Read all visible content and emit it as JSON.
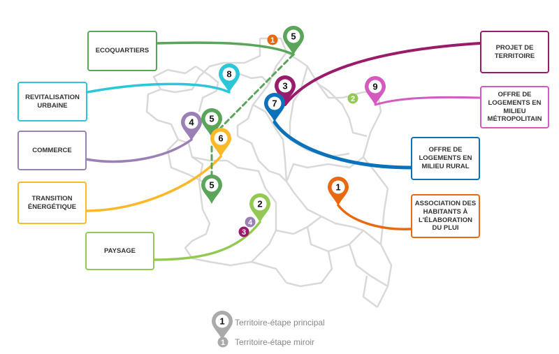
{
  "themes": [
    {
      "id": "ecoquartiers",
      "label": "ECOQUARTIERS",
      "color": "#5aa55a"
    },
    {
      "id": "revitalisation",
      "label": "REVITALISATION URBAINE",
      "color": "#2bc6d8"
    },
    {
      "id": "commerce",
      "label": "COMMERCE",
      "color": "#9b80b5"
    },
    {
      "id": "transition",
      "label": "TRANSITION ÉNERGÉTIQUE",
      "color": "#fbb827"
    },
    {
      "id": "paysage",
      "label": "PAYSAGE",
      "color": "#93c953"
    },
    {
      "id": "projet",
      "label": "PROJET DE TERRITOIRE",
      "color": "#9b1b6b"
    },
    {
      "id": "metropolitain",
      "label": "OFFRE DE LOGEMENTS EN MILIEU MÉTROPOLITAIN",
      "color": "#d35bbf"
    },
    {
      "id": "rural",
      "label": "OFFRE DE LOGEMENTS EN MILIEU RURAL",
      "color": "#0a72bb"
    },
    {
      "id": "association",
      "label": "ASSOCIATION DES HABITANTS À L'ÉLABORATION DU PLUI",
      "color": "#e8690f"
    }
  ],
  "pins": [
    {
      "n": "5",
      "type": "principal",
      "color": "#5aa55a"
    },
    {
      "n": "1",
      "type": "miroir",
      "color": "#e8690f"
    },
    {
      "n": "8",
      "type": "principal",
      "color": "#2bc6d8"
    },
    {
      "n": "9",
      "type": "principal",
      "color": "#d35bbf"
    },
    {
      "n": "2",
      "type": "miroir",
      "color": "#93c953"
    },
    {
      "n": "3",
      "type": "principal",
      "color": "#9b1b6b"
    },
    {
      "n": "7",
      "type": "principal",
      "color": "#0a72bb"
    },
    {
      "n": "4",
      "type": "principal",
      "color": "#9b80b5"
    },
    {
      "n": "5",
      "type": "principal",
      "color": "#5aa55a"
    },
    {
      "n": "6",
      "type": "principal",
      "color": "#fbb827"
    },
    {
      "n": "5",
      "type": "principal",
      "color": "#5aa55a"
    },
    {
      "n": "2",
      "type": "principal",
      "color": "#93c953"
    },
    {
      "n": "4",
      "type": "miroir",
      "color": "#9b80b5"
    },
    {
      "n": "3",
      "type": "miroir",
      "color": "#9b1b6b"
    },
    {
      "n": "1",
      "type": "principal",
      "color": "#e8690f"
    }
  ],
  "legend": {
    "principal_num": "1",
    "principal": "Territoire-étape principal",
    "miroir_num": "1",
    "miroir": "Territoire-étape miroir",
    "color": "#aaaaaa"
  }
}
